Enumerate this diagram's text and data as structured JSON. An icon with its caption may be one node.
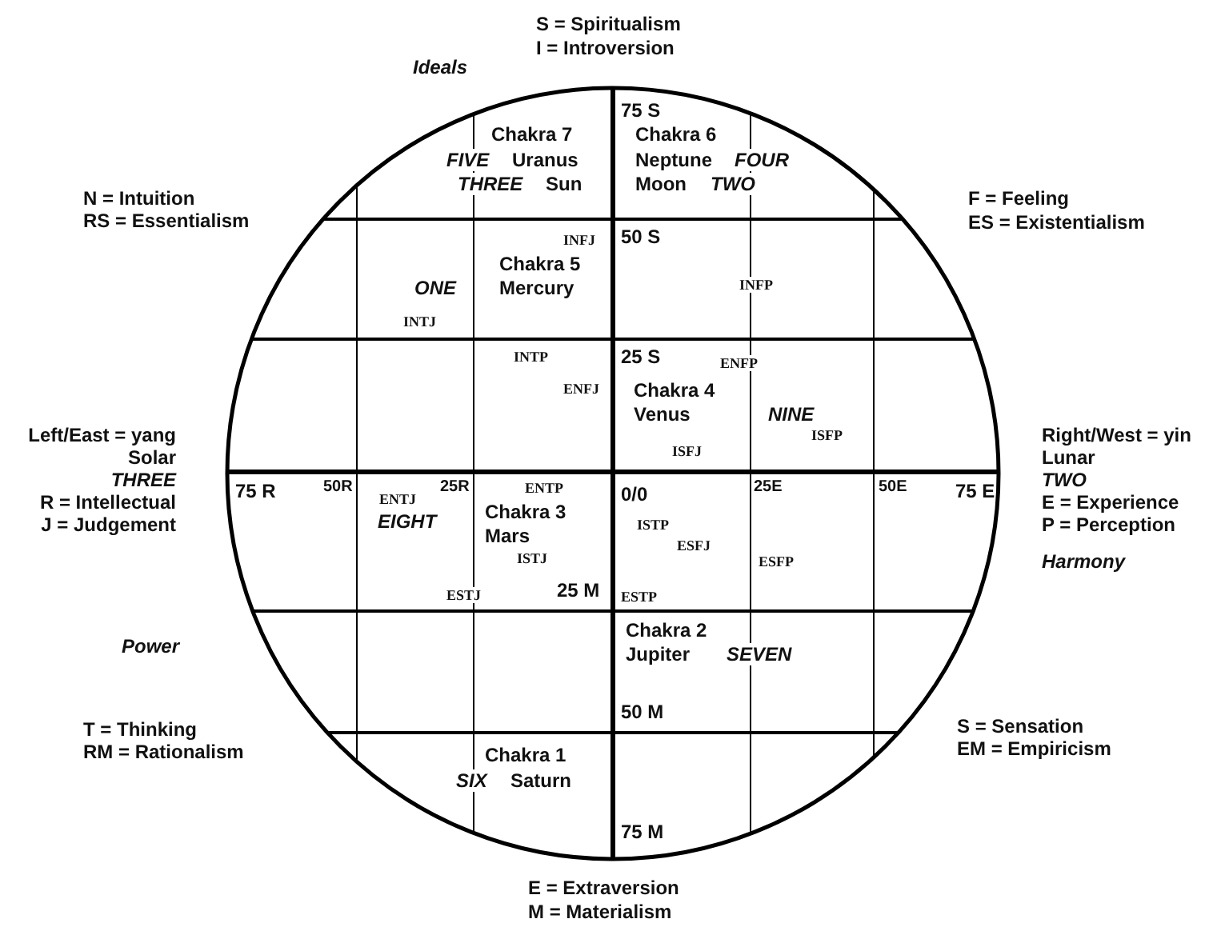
{
  "diagram": {
    "labels": [
      "S = Spiritualism",
      "I = Introversion",
      "Ideals",
      "N = Intuition",
      "RS = Essentialism",
      "75 S",
      "Chakra 7",
      "Chakra 6",
      "FIVE",
      "Uranus",
      "Neptune",
      "FOUR",
      "THREE",
      "Sun",
      "Moon",
      "TWO",
      "F = Feeling",
      "ES = Existentialism",
      "INFJ",
      "50 S",
      "Chakra 5",
      "ONE",
      "Mercury",
      "INFP",
      "INTJ",
      "INTP",
      "25 S",
      "ENFP",
      "ENFJ",
      "Chakra 4",
      "Venus",
      "NINE",
      "ISFP",
      "ISFJ",
      "Left/East = yang",
      "Solar",
      "THREE",
      "R = Intellectual",
      "J = Judgement",
      "Right/West = yin",
      "Lunar",
      "TWO",
      "E = Experience",
      "P = Perception",
      "75 R",
      "50R",
      "ENTJ",
      "25R",
      "ENTP",
      "0/0",
      "25E",
      "50E",
      "75 E",
      "Chakra 3",
      "EIGHT",
      "Mars",
      "ISTP",
      "ESFJ",
      "ISTJ",
      "ESFP",
      "Harmony",
      "ESTJ",
      "25 M",
      "ESTP",
      "Chakra 2",
      "Power",
      "Jupiter",
      "SEVEN",
      "50 M",
      "T = Thinking",
      "S = Sensation",
      "RM = Rationalism",
      "Chakra 1",
      "EM = Empiricism",
      "SIX",
      "Saturn",
      "75 M",
      "E = Extraversion",
      "M = Materialism"
    ]
  }
}
